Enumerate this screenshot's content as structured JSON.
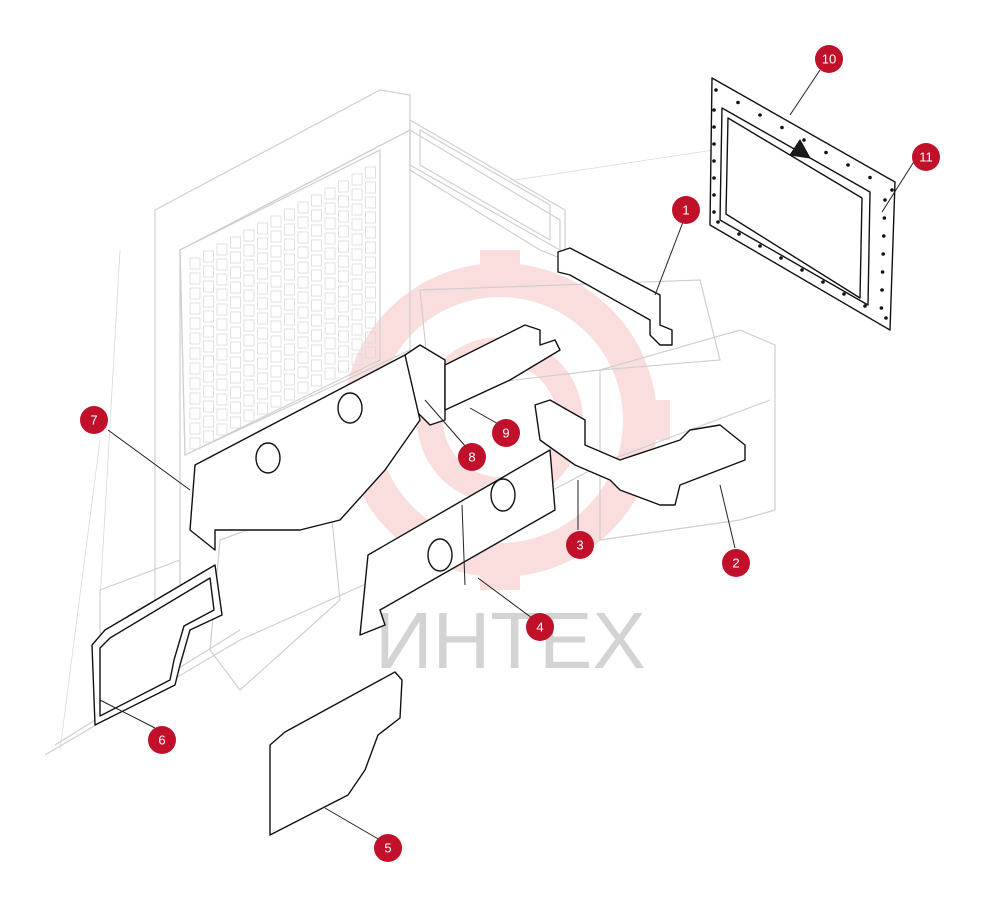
{
  "watermark": {
    "text": "ИНТЕХ",
    "color": "#f2b8b8"
  },
  "callout_color": "#c0102a",
  "callouts": [
    {
      "label": "1"
    },
    {
      "label": "2"
    },
    {
      "label": "3"
    },
    {
      "label": "4"
    },
    {
      "label": "5"
    },
    {
      "label": "6"
    },
    {
      "label": "7"
    },
    {
      "label": "8"
    },
    {
      "label": "9"
    },
    {
      "label": "10"
    },
    {
      "label": "11"
    }
  ]
}
